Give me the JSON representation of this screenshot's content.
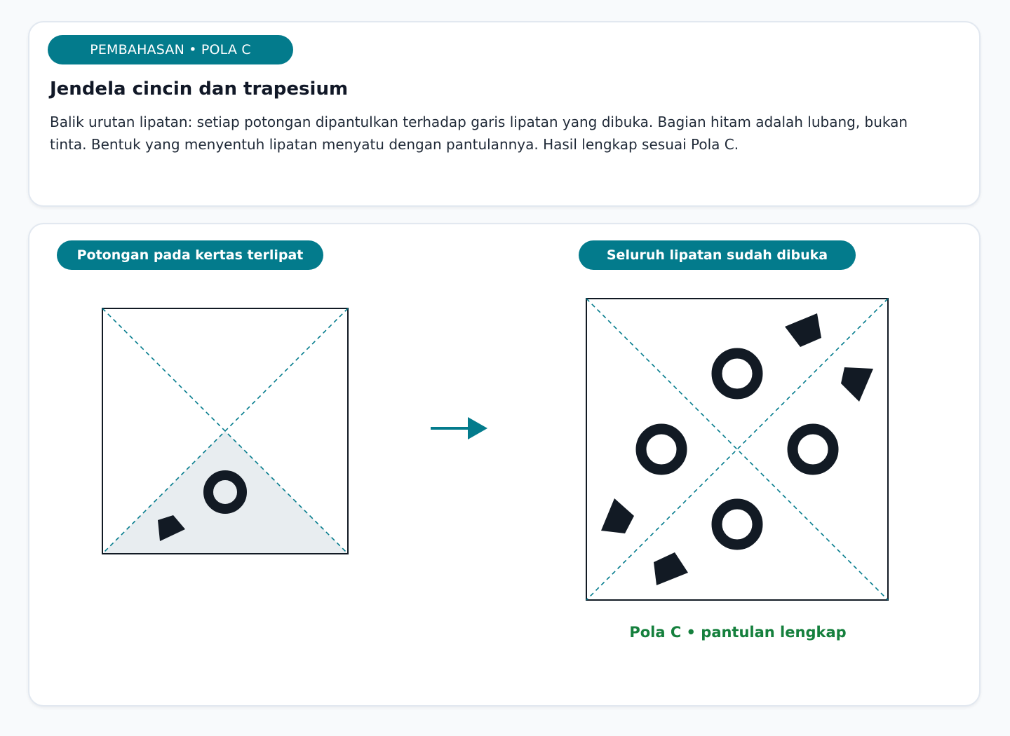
{
  "header": {
    "tag": "PEMBAHASAN • POLA C",
    "title": "Jendela cincin dan trapesium",
    "description": "Balik urutan lipatan: setiap potongan dipantulkan terhadap garis lipatan yang dibuka. Bagian hitam adalah lubang, bukan tinta. Bentuk yang menyentuh lipatan menyatu dengan pantulannya. Hasil lengkap sesuai Pola C."
  },
  "diagram": {
    "left_label": "Potongan pada kertas terlipat",
    "right_label": "Seluruh lipatan sudah dibuka",
    "result_label": "Pola C • pantulan lengkap"
  },
  "colors": {
    "accent": "#037b8c",
    "hole": "#121a24",
    "folded_region": "#e8edf0",
    "result_text": "#15803d"
  },
  "icons": {
    "arrow": "arrow-right-icon"
  }
}
